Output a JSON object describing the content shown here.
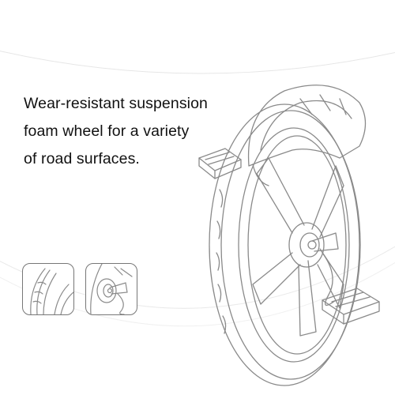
{
  "caption": {
    "lines": [
      "Wear-resistant suspension",
      "foam wheel for a variety",
      "of road surfaces."
    ]
  },
  "colors": {
    "background": "#ffffff",
    "text": "#111111",
    "sketch": "#8a8a8a"
  },
  "icons": {
    "wheel": "unicycle-wheel-sketch",
    "detail_tire": "tire-detail-thumbnail",
    "detail_hub": "hub-detail-thumbnail"
  }
}
